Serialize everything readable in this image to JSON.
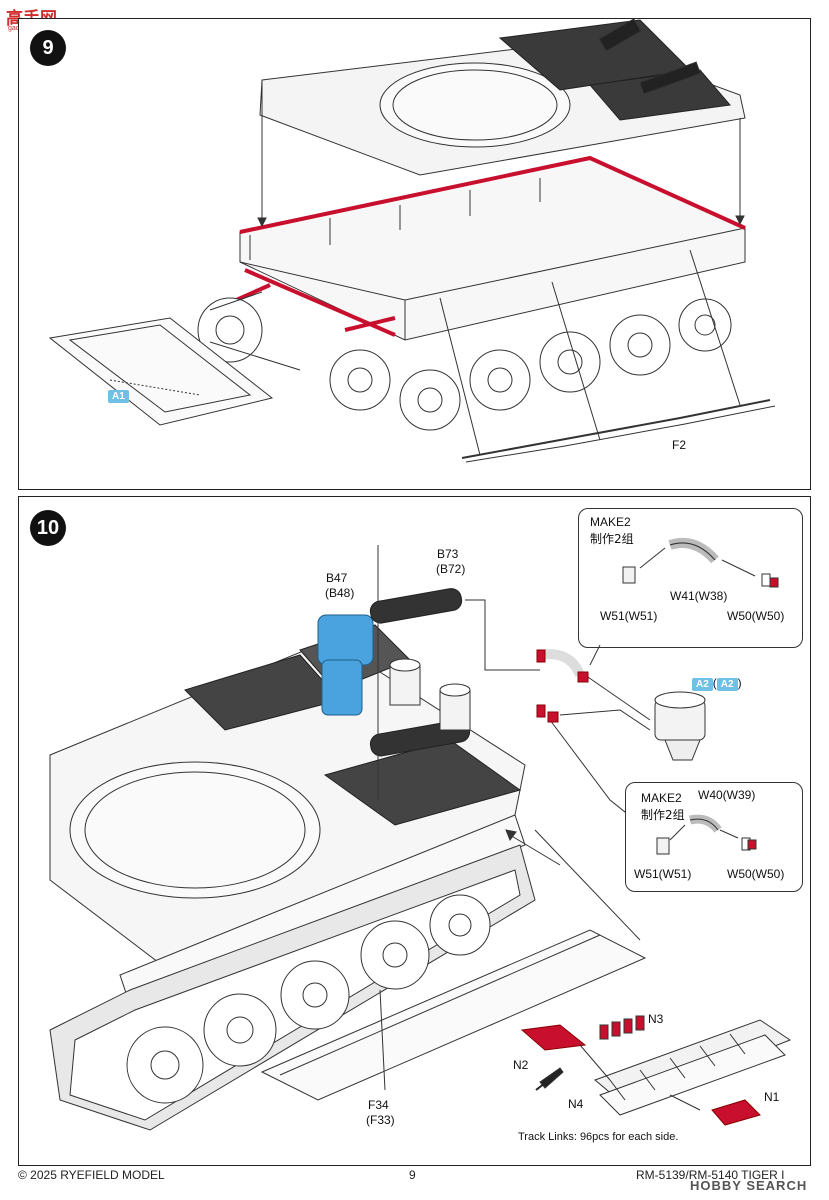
{
  "watermark_top": {
    "cn": "高手网",
    "url": "gaoshou.com"
  },
  "step9": {
    "number": "9",
    "parts": {
      "a1": "A1",
      "f2": "F2"
    }
  },
  "step10": {
    "number": "10",
    "parts": {
      "b47": "B47",
      "b48": "(B48)",
      "b73": "B73",
      "b72": "(B72)",
      "a2": "A2",
      "a2_alt": "A2",
      "f34": "F34",
      "f33": "(F33)",
      "n1": "N1",
      "n2": "N2",
      "n3": "N3",
      "n4": "N4"
    },
    "callout_top": {
      "make_en": "MAKE2",
      "make_cn": "制作2组",
      "w41": "W41(W38)",
      "w51": "W51(W51)",
      "w50": "W50(W50)"
    },
    "callout_bottom": {
      "make_en": "MAKE2",
      "make_cn": "制作2组",
      "w40": "W40(W39)",
      "w51": "W51(W51)",
      "w50": "W50(W50)"
    },
    "track_note": "Track Links: 96pcs for each side."
  },
  "footer": {
    "copyright": "© 2025 RYEFIELD MODEL",
    "page": "9",
    "product": "RM-5139/RM-5140 TIGER I",
    "watermark": "HOBBY SEARCH"
  },
  "colors": {
    "highlight_red": "#c8102e",
    "part_blue": "#4aa3df",
    "badge_blue": "#6fc0e6"
  }
}
